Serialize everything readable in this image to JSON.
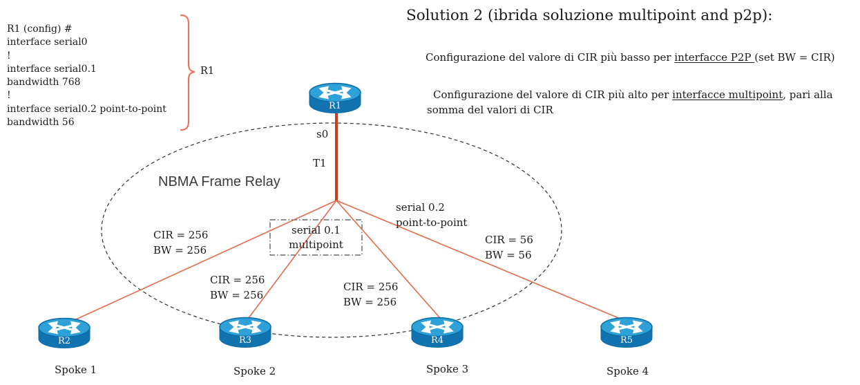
{
  "title": "Solution 2 (ibrida soluzione multipoint and p2p):",
  "config": {
    "lines": [
      "R1 (config) #",
      "interface serial0",
      "!",
      "interface serial0.1",
      "bandwidth 768",
      "!",
      "interface serial0.2 point-to-point",
      "bandwidth 56"
    ],
    "brace_label": "R1"
  },
  "notes": {
    "note1_pre": "Configurazione del valore di CIR più basso per ",
    "note1_underlined": "interfacce P2P ",
    "note1_post": "(set BW = CIR)",
    "note2_pre": "Configurazione del valore di CIR più alto per ",
    "note2_underlined": "interfacce multipoint",
    "note2_post": ", pari alla",
    "note2_line2": "somma del valori di CIR"
  },
  "cloud_label": "NBMA Frame Relay",
  "hub": {
    "name": "R1",
    "port_label": "s0",
    "line_label": "T1"
  },
  "subif": {
    "multipoint_line1": "serial 0.1",
    "multipoint_line2": "multipoint",
    "p2p_line1": "serial 0.2",
    "p2p_line2": "point-to-point"
  },
  "link_labels": [
    {
      "cir": "CIR = 256",
      "bw": "BW = 256"
    },
    {
      "cir": "CIR = 256",
      "bw": "BW = 256"
    },
    {
      "cir": "CIR = 256",
      "bw": "BW = 256"
    },
    {
      "cir": "CIR = 56",
      "bw": "BW = 56"
    }
  ],
  "spokes": [
    {
      "name": "R2",
      "label": "Spoke 1"
    },
    {
      "name": "R3",
      "label": "Spoke 2"
    },
    {
      "name": "R4",
      "label": "Spoke 3"
    },
    {
      "name": "R5",
      "label": "Spoke 4"
    }
  ],
  "colors": {
    "link_orange": "#E26B4A",
    "trunk_red": "#C63F1E",
    "brace_orange": "#E8755A",
    "router_top_blue": "#2EA2D8",
    "router_body_blue": "#1173AF",
    "cloud_stroke": "#2E2E2E"
  }
}
